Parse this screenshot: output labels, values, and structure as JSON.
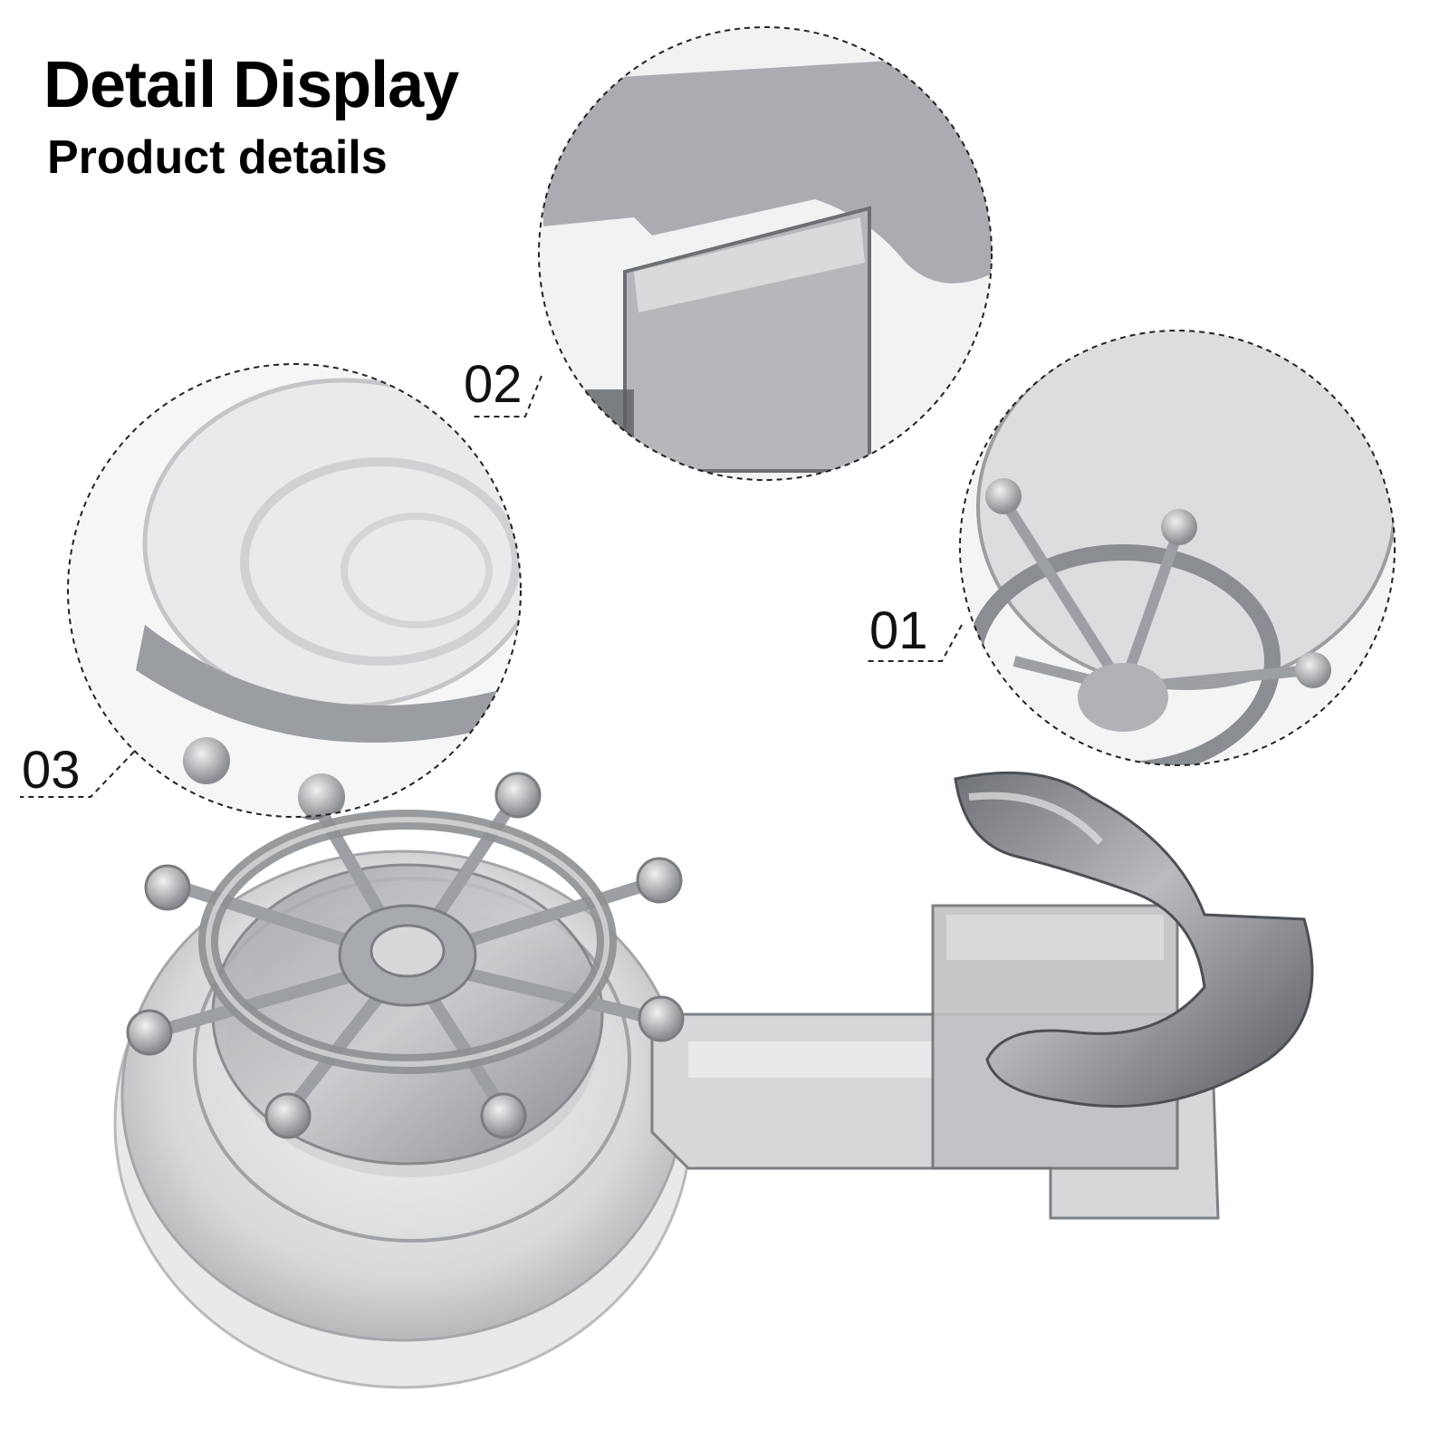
{
  "header": {
    "title": "Detail Display",
    "subtitle": "Product details"
  },
  "callouts": [
    {
      "label": "01"
    },
    {
      "label": "02"
    },
    {
      "label": "03"
    }
  ],
  "colors": {
    "background": "#ffffff",
    "plastic_dark": "#7d8085",
    "plastic_light": "#c8cacd",
    "dash": "#222222"
  }
}
